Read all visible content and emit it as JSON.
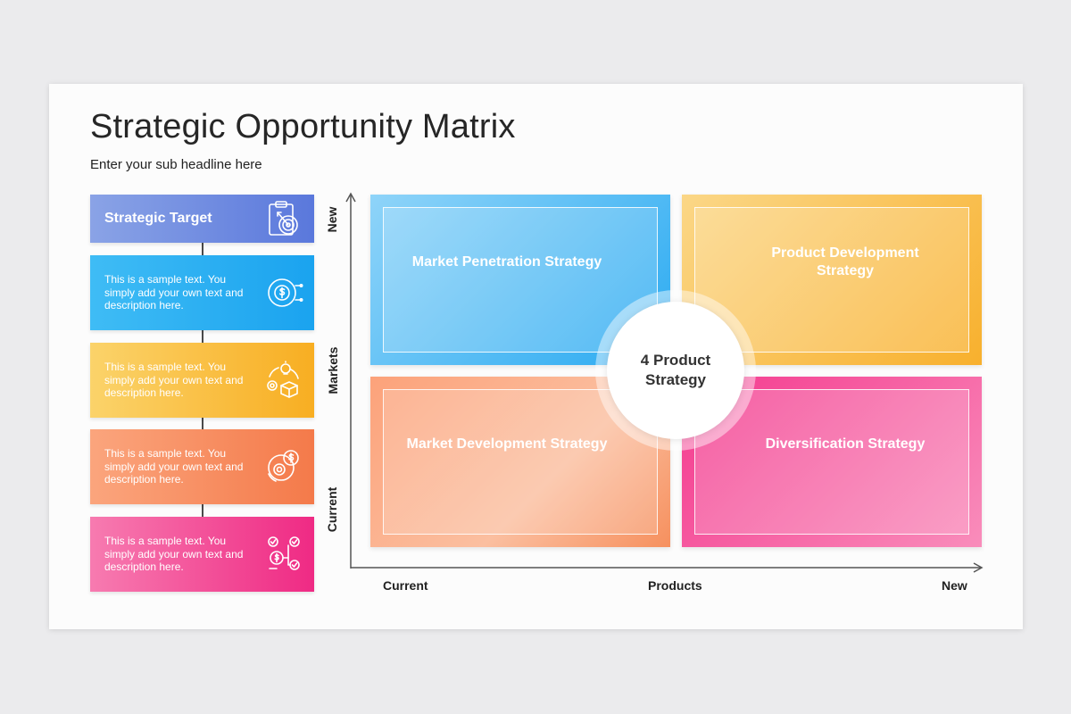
{
  "slide": {
    "title": "Strategic Opportunity Matrix",
    "subtitle": "Enter your sub headline here"
  },
  "left_panel": {
    "header": {
      "label": "Strategic Target",
      "icon": "target-clipboard-icon",
      "color": "#6b87e0"
    },
    "cards": [
      {
        "text": "This is a sample text. You simply add your own text and description here.",
        "icon": "dollar-gear-icon",
        "color": "#26abf1"
      },
      {
        "text": "This is a sample text. You simply add your own text and description here.",
        "icon": "idea-box-icon",
        "color": "#f9b93a"
      },
      {
        "text": "This is a sample text. You simply add your own text and description here.",
        "icon": "gear-dollar-icon",
        "color": "#f68455"
      },
      {
        "text": "This is a sample text. You simply add your own text and description here.",
        "icon": "checklist-dollar-icon",
        "color": "#f03a8d"
      }
    ]
  },
  "matrix": {
    "y_axis": {
      "title": "Markets",
      "top": "New",
      "bottom": "Current"
    },
    "x_axis": {
      "title": "Products",
      "left": "Current",
      "right": "New"
    },
    "quadrants": [
      {
        "label": "Market Penetration Strategy",
        "color": "#3db5f4"
      },
      {
        "label": "Product Development Strategy",
        "color": "#f9bd4c"
      },
      {
        "label": "Market Development Strategy",
        "color": "#f9966a"
      },
      {
        "label": "Diversification Strategy",
        "color": "#f6589f"
      }
    ],
    "center": {
      "label": "4 Product Strategy"
    }
  }
}
